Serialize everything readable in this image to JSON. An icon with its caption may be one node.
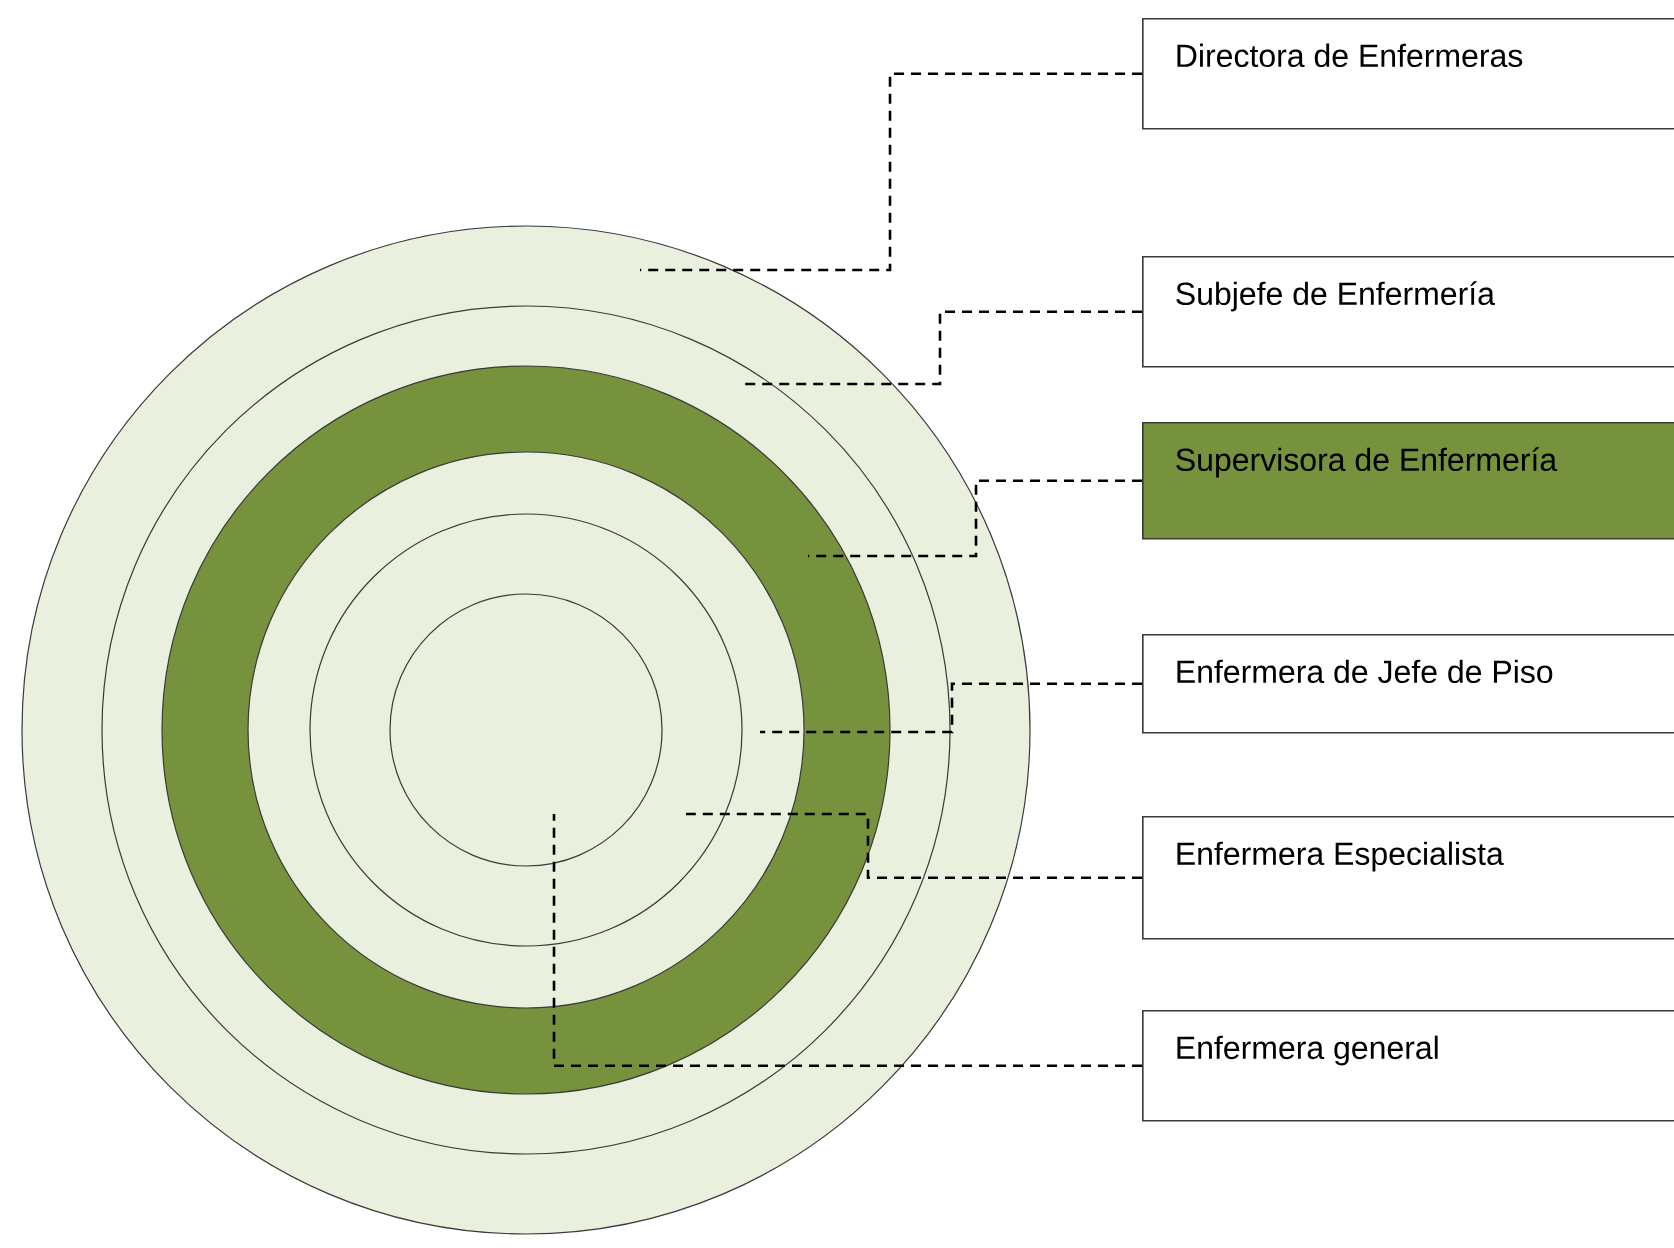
{
  "diagram": {
    "nodes": [
      {
        "text": [
          "Directora de Enfermeras"
        ]
      },
      {
        "text": [
          "Subjefe de Enfermería"
        ]
      },
      {
        "text": [
          "Supervisora de Enfermería"
        ]
      },
      {
        "text": [
          "Enfermera de Jefe de Piso"
        ]
      },
      {
        "text": [
          "Enfermera Especialista"
        ]
      },
      {
        "text": [
          "Enfermera general"
        ]
      },
      {
        "text": [],
        "shape": "circle"
      },
      {
        "text": [],
        "shape": "circle",
        "in": 6
      },
      {
        "text": [],
        "shape": "circle",
        "in": 7
      },
      {
        "text": [],
        "shape": "circle",
        "in": 8
      },
      {
        "text": [],
        "shape": "circle",
        "in": 9
      },
      {
        "text": [],
        "shape": "circle",
        "in": 10
      }
    ],
    "edges": [
      {
        "from": 0,
        "to": 6,
        "arrow": "none",
        "style": "dashed"
      },
      {
        "from": 1,
        "to": 7,
        "arrow": "none",
        "style": "dashed"
      },
      {
        "from": 2,
        "to": 8,
        "arrow": "none",
        "style": "dashed"
      },
      {
        "from": 3,
        "to": 9,
        "arrow": "none",
        "style": "dashed"
      },
      {
        "from": 4,
        "to": 10,
        "arrow": "none",
        "style": "dashed"
      },
      {
        "from": 5,
        "to": 11,
        "arrow": "none",
        "style": "dashed"
      }
    ]
  }
}
